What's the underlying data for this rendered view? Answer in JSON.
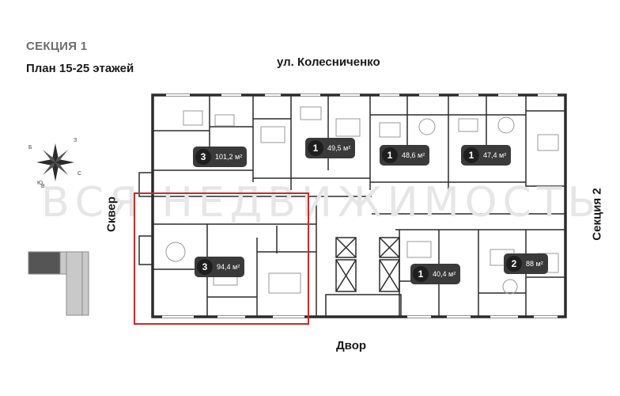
{
  "header": {
    "section": "СЕКЦИЯ 1",
    "plan": "План 15-25 этажей"
  },
  "labels": {
    "street": "ул. Колесниченко",
    "yard": "Двор",
    "square": "Сквер",
    "neighbor_section": "Секция 2",
    "watermark": "ВСЯ НЕДВИЖИМОСТЬ"
  },
  "compass": {
    "letters": [
      "Б",
      "З",
      "Ю",
      "С",
      "В"
    ]
  },
  "apartments": [
    {
      "rooms": "3",
      "area": "101,2 м²"
    },
    {
      "rooms": "1",
      "area": "49,5 м²"
    },
    {
      "rooms": "1",
      "area": "48,6 м²"
    },
    {
      "rooms": "1",
      "area": "47,4 м²"
    },
    {
      "rooms": "3",
      "area": "94,4 м²"
    },
    {
      "rooms": "1",
      "area": "40,4 м²"
    },
    {
      "rooms": "2",
      "area": "88 м²"
    }
  ],
  "colors": {
    "highlight": "#cc2a2a",
    "badge": "#3a3a3a",
    "wall": "#2b2b2b"
  }
}
